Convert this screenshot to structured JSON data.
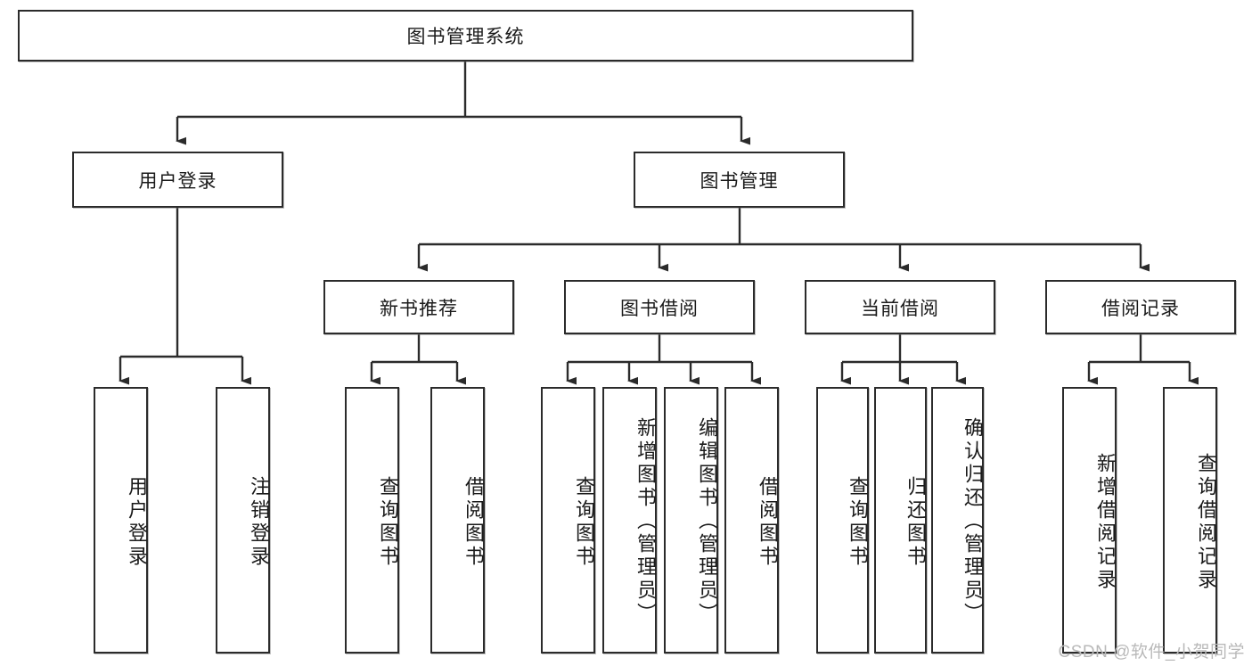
{
  "diagram": {
    "type": "tree",
    "title": "图书管理系统",
    "root": {
      "id": "root",
      "label": "图书管理系统"
    },
    "level2": [
      {
        "id": "user-login",
        "label": "用户登录"
      },
      {
        "id": "book-manage",
        "label": "图书管理"
      }
    ],
    "level3": [
      {
        "id": "new-book-recommend",
        "label": "新书推荐"
      },
      {
        "id": "book-borrow",
        "label": "图书借阅"
      },
      {
        "id": "current-borrow",
        "label": "当前借阅"
      },
      {
        "id": "borrow-record",
        "label": "借阅记录"
      }
    ],
    "leaves": {
      "user-login": [
        {
          "id": "leaf-user-login",
          "label": "用户登录"
        },
        {
          "id": "leaf-logout-login",
          "label": "注销登录"
        }
      ],
      "new-book-recommend": [
        {
          "id": "leaf-query-book-1",
          "label": "查询图书"
        },
        {
          "id": "leaf-borrow-book-1",
          "label": "借阅图书"
        }
      ],
      "book-borrow": [
        {
          "id": "leaf-query-book-2",
          "label": "查询图书"
        },
        {
          "id": "leaf-add-book",
          "label": "新增图书（管理员）"
        },
        {
          "id": "leaf-edit-book",
          "label": "编辑图书（管理员）"
        },
        {
          "id": "leaf-borrow-book-2",
          "label": "借阅图书"
        }
      ],
      "current-borrow": [
        {
          "id": "leaf-query-book-3",
          "label": "查询图书"
        },
        {
          "id": "leaf-return-book",
          "label": "归还图书"
        },
        {
          "id": "leaf-confirm-return",
          "label": "确认归还（管理员）"
        }
      ],
      "borrow-record": [
        {
          "id": "leaf-add-record",
          "label": "新增借阅记录"
        },
        {
          "id": "leaf-query-record",
          "label": "查询借阅记录"
        }
      ]
    },
    "colors": {
      "border": "#2b2b2b",
      "fill": "#ffffff",
      "text": "#1a1a1a",
      "connector": "#2b2b2b",
      "watermark": "#b9b9b9"
    }
  },
  "watermark": {
    "text": "CSDN @软件_小贺同学"
  }
}
